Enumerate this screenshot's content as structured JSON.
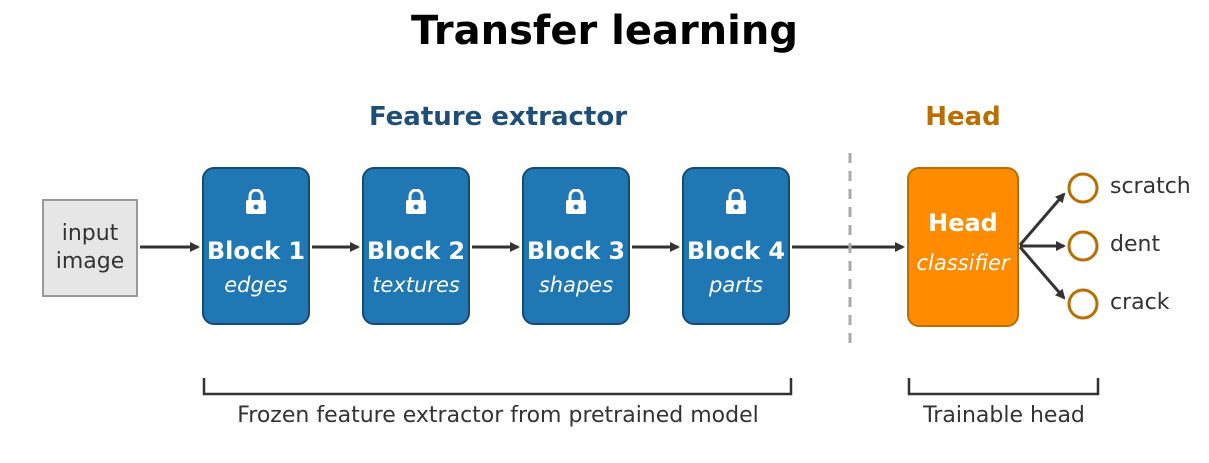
{
  "title": "Transfer learning",
  "sections": {
    "feature_extractor": "Feature extractor",
    "head": "Head"
  },
  "input": {
    "line1": "input",
    "line2": "image"
  },
  "blocks": [
    {
      "name": "Block 1",
      "sub": "edges"
    },
    {
      "name": "Block 2",
      "sub": "textures"
    },
    {
      "name": "Block 3",
      "sub": "shapes"
    },
    {
      "name": "Block 4",
      "sub": "parts"
    }
  ],
  "head_box": {
    "name": "Head",
    "sub": "classifier"
  },
  "classes": [
    "scratch",
    "dent",
    "crack"
  ],
  "brackets": {
    "frozen": "Frozen feature extractor from pretrained model",
    "trainable": "Trainable head"
  },
  "colors": {
    "block_fill": "#1f77b4",
    "head_fill": "#ff8c00",
    "feature_label": "#1f4e79",
    "head_label": "#b86e00"
  }
}
